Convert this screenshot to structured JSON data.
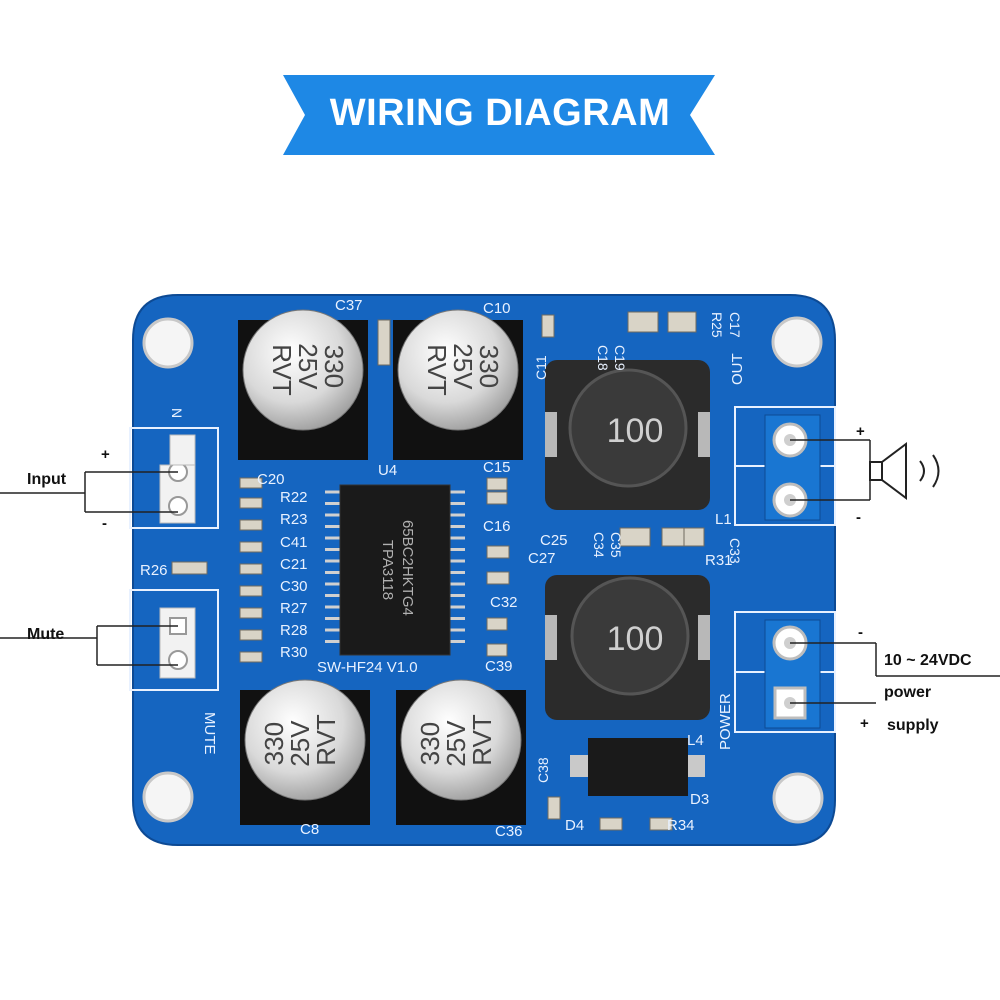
{
  "banner": {
    "title": "WIRING DIAGRAM",
    "color": "#1e88e5"
  },
  "labels": {
    "input": "Input",
    "input_plus": "+",
    "input_minus": "-",
    "mute": "Mute",
    "speaker_plus": "+",
    "speaker_minus": "-",
    "power_minus": "-",
    "power_range": "10 ~ 24VDC",
    "power_word": "power",
    "power_plus": "+",
    "supply_word": "supply"
  },
  "board": {
    "color": "#1565c0",
    "model": "SW-HF24 V1.0",
    "chip": {
      "ref": "U4",
      "line1": "65BC2HKTG4",
      "line2": "TPA3118"
    },
    "capacitors": [
      {
        "ref": "C37",
        "l1": "330",
        "l2": "25V",
        "l3": "RVT"
      },
      {
        "ref": "C10",
        "l1": "330",
        "l2": "25V",
        "l3": "RVT"
      },
      {
        "ref": "C8",
        "l1": "330",
        "l2": "25V",
        "l3": "RVT"
      },
      {
        "ref": "C36",
        "l1": "330",
        "l2": "25V",
        "l3": "RVT"
      }
    ],
    "inductors": [
      {
        "ref": "L1",
        "value": "100"
      },
      {
        "ref": "L4",
        "value": "100"
      }
    ],
    "silk": {
      "c20": "C20",
      "r22": "R22",
      "r23": "R23",
      "c41": "C41",
      "c21": "C21",
      "c30": "C30",
      "r27": "R27",
      "r28": "R28",
      "r30": "R30",
      "r26": "R26",
      "c15": "C15",
      "c16": "C16",
      "c25": "C25",
      "c27": "C27",
      "c32": "C32",
      "c39": "C39",
      "c11": "C11",
      "c18": "C18",
      "c19": "C19",
      "r25": "R25",
      "c17": "C17",
      "c34": "C34",
      "c35": "C35",
      "r31": "R31",
      "c33": "C33",
      "c38": "C38",
      "d3": "D3",
      "d4": "D4",
      "r34": "R34",
      "out": "OUT",
      "power": "POWER",
      "mute": "MUTE",
      "n": "N"
    }
  }
}
